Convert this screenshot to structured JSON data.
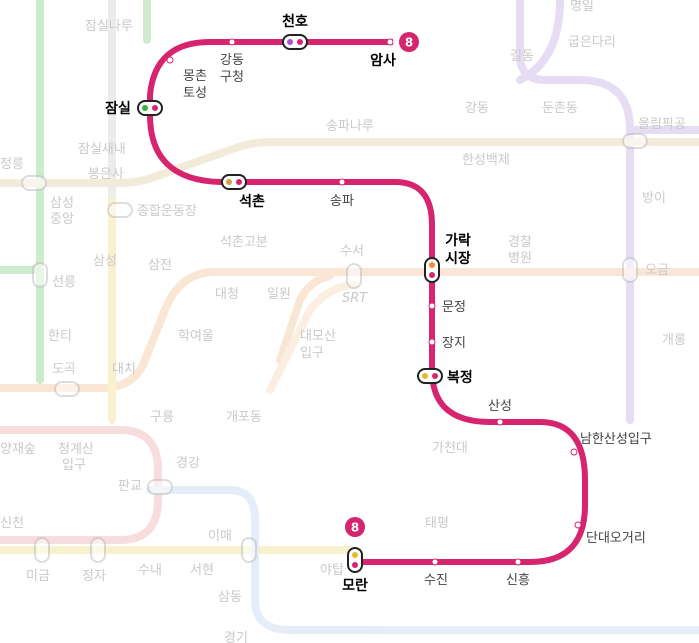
{
  "line": {
    "number": "8",
    "color": "#d6246e"
  },
  "colors": {
    "line2": "#9bd49b",
    "line5": "#c9b3e8",
    "line9": "#e8d2a8",
    "line3": "#f4c9a8",
    "line3b": "#f0b48a",
    "bundang": "#f4e08a",
    "neutral": "#cccccc"
  },
  "stations": {
    "cheonho": "천호",
    "amsa": "암사",
    "gangdong_gucheong": [
      "강동",
      "구청"
    ],
    "mongchon_toseong": [
      "몽촌",
      "토성"
    ],
    "jamsil": "잠실",
    "seokchon": "석촌",
    "songpa": "송파",
    "garak_sijang": [
      "가락",
      "시장"
    ],
    "munjeong": "문정",
    "jangji": "장지",
    "bokjeong": "복정",
    "sanseong": "산성",
    "namhansanseong": "남한산성입구",
    "dandae": "단대오거리",
    "sinheung": "신흥",
    "sujin": "수진",
    "moran": "모란"
  },
  "background": {
    "jamsil_naru": "잠실나루",
    "jamsil_saenae": "잠실새내",
    "bongeunsa": "봉은사",
    "jeongneung": "정릉",
    "samseong_jungang": [
      "삼성",
      "중앙"
    ],
    "sports_complex": "종합운동장",
    "seokchon_gobun": "석촌고분",
    "samseong": "삼성",
    "samjeon": "삼전",
    "seolleung": "선릉",
    "hanti": "한티",
    "dogok": "도곡",
    "daechi": "대치",
    "hangnyeoul": "학여울",
    "daecheong": "대청",
    "irwon": "일원",
    "suseo": "수서",
    "daemosan": [
      "대모산",
      "입구"
    ],
    "gaepo": "개포동",
    "guryong": "구룡",
    "gacheondae": "가천대",
    "taepyeong": "태평",
    "yatap": "야탑",
    "imae": "이매",
    "pangyo": "판교",
    "cheonggyesan": [
      "청계산",
      "입구"
    ],
    "yangjae_sup": "양재숲",
    "gyeonggang": "경강",
    "migeum": "미금",
    "jeongja": "정자",
    "sunae": "수내",
    "seohyeon": "서현",
    "sampyeong": "삼동",
    "gyeonggi": "경기",
    "gildong": "길동",
    "gangdong": "강동",
    "dunchon": "둔촌동",
    "olympic": "올림픽공",
    "gubaek": "굽은다리",
    "myeongil": "명일",
    "bangi": "방이",
    "ogeum": "오금",
    "gaerong": "개롱",
    "songpanaru": "송파나루",
    "hanseong": "한성백제",
    "gyeongchal": [
      "경찰",
      "병원"
    ],
    "srt": "SRT",
    "sincheon": "신천",
    "suseo_badge": "경강"
  }
}
